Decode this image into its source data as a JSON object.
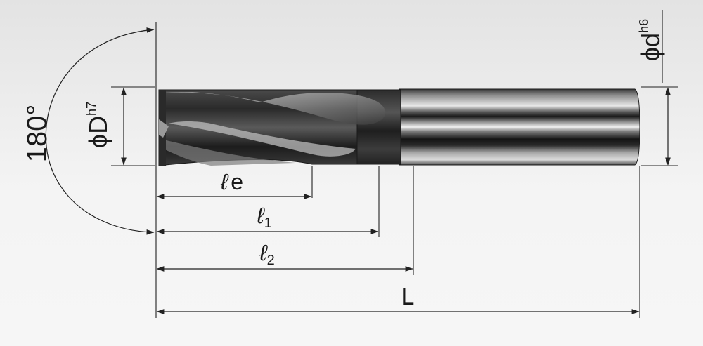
{
  "labels": {
    "angle": "180°",
    "cutting_diameter_symbol": "ϕD",
    "cutting_diameter_tol": "h7",
    "shank_diameter_symbol": "ϕd",
    "shank_diameter_tol": "h6",
    "le_script": "ℓ",
    "le_sub": "e",
    "l1_script": "ℓ",
    "l1_sub": "1",
    "l2_script": "ℓ",
    "l2_sub": "2",
    "overall_length": "L"
  }
}
